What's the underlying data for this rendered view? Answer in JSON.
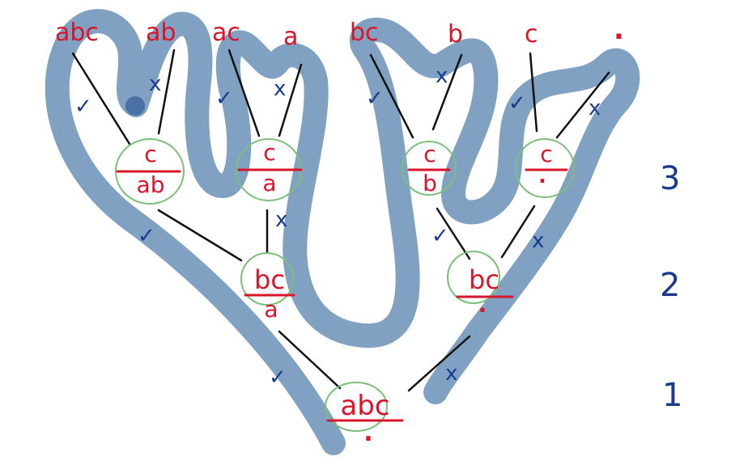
{
  "colors": {
    "path": "#7a9cc0",
    "path_dot": "#4a70a6",
    "node_circle": "#7bbf78",
    "red_ink": "#d8152a",
    "blue_ink": "#1a3a8c",
    "edge": "#111111"
  },
  "leaves": {
    "abc": "abc",
    "ab": "ab",
    "ac": "ac",
    "a": "a",
    "bc": "bc",
    "b": "b",
    "c": "c",
    "empty": "."
  },
  "nodes": {
    "root": {
      "top": "abc",
      "bottom": "."
    },
    "l2_left": {
      "top": "bc",
      "bottom": "a"
    },
    "l2_right": {
      "top": "bc",
      "bottom": "."
    },
    "l3_1": {
      "top": "c",
      "bottom": "ab"
    },
    "l3_2": {
      "top": "c",
      "bottom": "a"
    },
    "l3_3": {
      "top": "c",
      "bottom": "b"
    },
    "l3_4": {
      "top": "c",
      "bottom": "."
    }
  },
  "marks": {
    "check": "✓",
    "cross": "x"
  },
  "levels": [
    "3",
    "2",
    "1"
  ]
}
